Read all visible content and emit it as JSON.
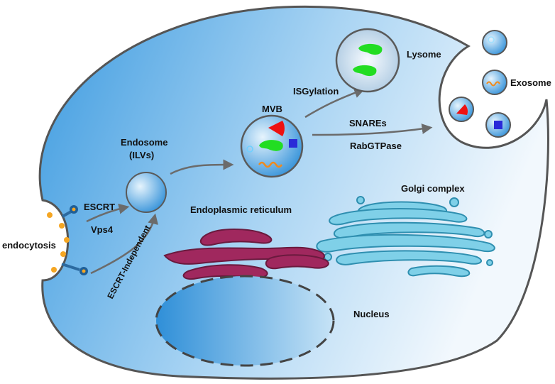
{
  "labels": {
    "endocytosis": "endocytosis",
    "escrt": "ESCRT",
    "vps4": "Vps4",
    "escrt_independent": "ESCRT-Independent",
    "endosome_line1": "Endosome",
    "endosome_line2": "(ILVs)",
    "mvb": "MVB",
    "isgylation": "ISGylation",
    "lysome": "Lysome",
    "snares": "SNAREs",
    "rabgtpase": "RabGTPase",
    "exosome": "Exosome",
    "golgi": "Golgi complex",
    "er": "Endoplasmic reticulum",
    "nucleus": "Nucleus"
  },
  "colors": {
    "cell_fill_light": "#e6f3fb",
    "cell_fill_dark": "#4aa6e0",
    "outline": "#4a4a4a",
    "arrow": "#6b6b6b",
    "golgi": "#7fd0e8",
    "er": "#a0285e",
    "green_cargo": "#22dd22",
    "red_cargo": "#ee1111",
    "blue_cargo": "#2a2ad8",
    "rna": "#f08a1c",
    "vesicle_dot": "#f5a623"
  }
}
